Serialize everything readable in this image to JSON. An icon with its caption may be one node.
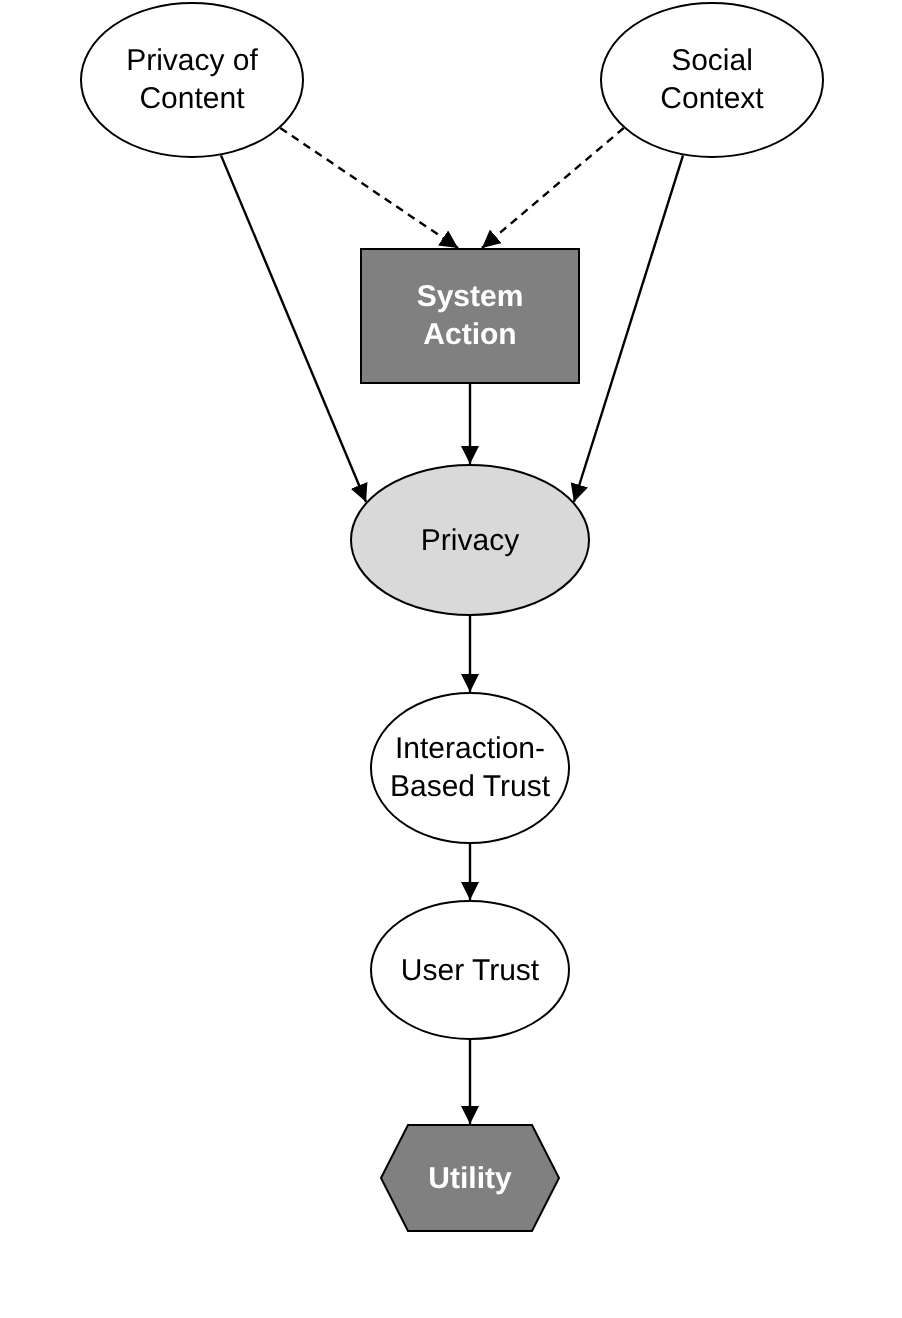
{
  "diagram": {
    "nodes": [
      {
        "text": [
          "Privacy of Content"
        ]
      },
      {
        "text": [
          "Social Context"
        ]
      },
      {
        "text": [
          "System Action"
        ]
      },
      {
        "text": [
          "Privacy"
        ]
      },
      {
        "text": [
          "Interaction-Based Trust"
        ]
      },
      {
        "text": [
          "User Trust"
        ]
      },
      {
        "text": [
          "Utility"
        ]
      }
    ],
    "edges": [
      {
        "from": 0,
        "to": 2,
        "arrow": "to",
        "style": "dashed"
      },
      {
        "from": 1,
        "to": 2,
        "arrow": "to",
        "style": "dashed"
      },
      {
        "from": 0,
        "to": 3,
        "arrow": "to"
      },
      {
        "from": 1,
        "to": 3,
        "arrow": "to"
      },
      {
        "from": 2,
        "to": 3,
        "arrow": "to"
      },
      {
        "from": 3,
        "to": 4,
        "arrow": "to"
      },
      {
        "from": 4,
        "to": 5,
        "arrow": "to"
      },
      {
        "from": 5,
        "to": 6,
        "arrow": "to"
      }
    ]
  }
}
